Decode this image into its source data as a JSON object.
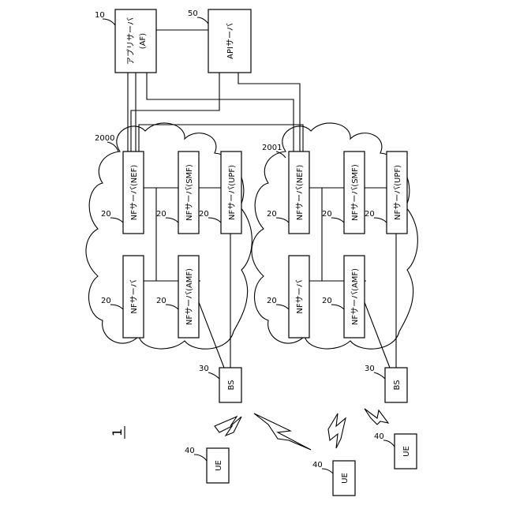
{
  "figure_label": "1",
  "nodes": {
    "app_server": {
      "ref": "10",
      "label_line1": "アプリサーバ",
      "label_line2": "(AF)"
    },
    "api_server": {
      "ref": "50",
      "label": "APIサーバ"
    },
    "network_a": {
      "ref": "2000",
      "nef": {
        "ref": "20",
        "label": "NFサーバ(NEF)"
      },
      "smf": {
        "ref": "20",
        "label": "NFサーバ(SMF)"
      },
      "upf": {
        "ref": "20",
        "label": "NFサーバ(UPF)"
      },
      "nf": {
        "ref": "20",
        "label": "NFサーバ"
      },
      "amf": {
        "ref": "20",
        "label": "NFサーバ(AMF)"
      }
    },
    "network_b": {
      "ref": "2001",
      "nef": {
        "ref": "20",
        "label": "NFサーバ(NEF)"
      },
      "smf": {
        "ref": "20",
        "label": "NFサーバ(SMF)"
      },
      "upf": {
        "ref": "20",
        "label": "NFサーバ(UPF)"
      },
      "nf": {
        "ref": "20",
        "label": "NFサーバ"
      },
      "amf": {
        "ref": "20",
        "label": "NFサーバ(AMF)"
      }
    },
    "bs_a": {
      "ref": "30",
      "label": "BS"
    },
    "bs_b": {
      "ref": "30",
      "label": "BS"
    },
    "ue_1": {
      "ref": "40",
      "label": "UE"
    },
    "ue_2": {
      "ref": "40",
      "label": "UE"
    },
    "ue_3": {
      "ref": "40",
      "label": "UE"
    }
  }
}
